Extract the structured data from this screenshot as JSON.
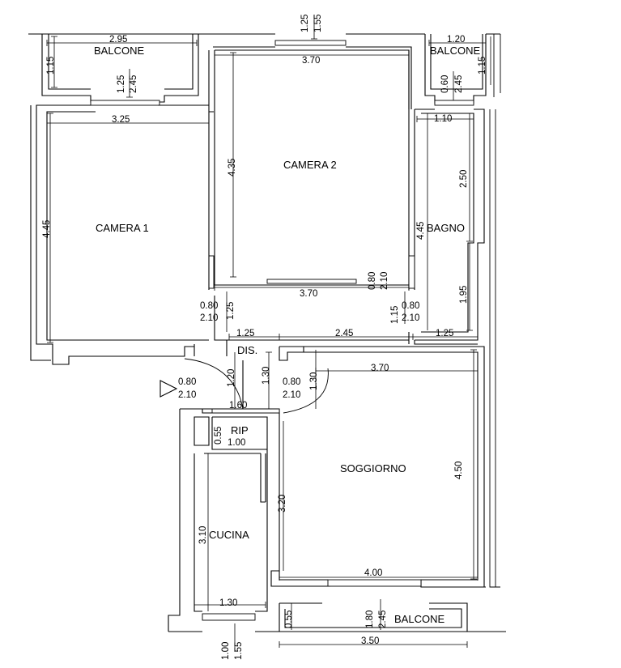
{
  "plan": {
    "rooms": {
      "camera1": "CAMERA 1",
      "camera2": "CAMERA 2",
      "bagno": "BAGNO",
      "dis": "DIS.",
      "rip": "RIP",
      "cucina": "CUCINA",
      "soggiorno": "SOGGIORNO",
      "balcone_nw": "BALCONE",
      "balcone_ne": "BALCONE",
      "balcone_s": "BALCONE"
    },
    "dims": {
      "d295": "2.95",
      "d115a": "1.15",
      "d125a": "1.25",
      "d245a": "2.45",
      "d125b": "1.25",
      "d155a": "1.55",
      "d370a": "3.70",
      "d120": "1.20",
      "d115b": "1.15",
      "d060": "0.60",
      "d245b": "2.45",
      "d325": "3.25",
      "d445a": "4.45",
      "d435": "4.35",
      "d110": "1.10",
      "d250": "2.50",
      "d445b": "4.45",
      "d195": "1.95",
      "d080a": "0.80",
      "d210a": "2.10",
      "d370b": "3.70",
      "d080b": "0.80",
      "d210b": "2.10",
      "d125c": "1.25",
      "d080c": "0.80",
      "d210c": "2.10",
      "d115c": "1.15",
      "d125d": "1.25",
      "d245c": "2.45",
      "d125e": "1.25",
      "d080d": "0.80",
      "d210d": "2.10",
      "d120b": "1.20",
      "d130a": "1.30",
      "d080e": "0.80",
      "d210e": "2.10",
      "d130b": "1.30",
      "d370c": "3.70",
      "d160": "1.60",
      "d055a": "0.55",
      "d100a": "1.00",
      "d450": "4.50",
      "d320": "3.20",
      "d310": "3.10",
      "d400": "4.00",
      "d130c": "1.30",
      "d055b": "0.55",
      "d180": "1.80",
      "d245d": "2.45",
      "d100b": "1.00",
      "d155b": "1.55",
      "d350": "3.50"
    }
  }
}
